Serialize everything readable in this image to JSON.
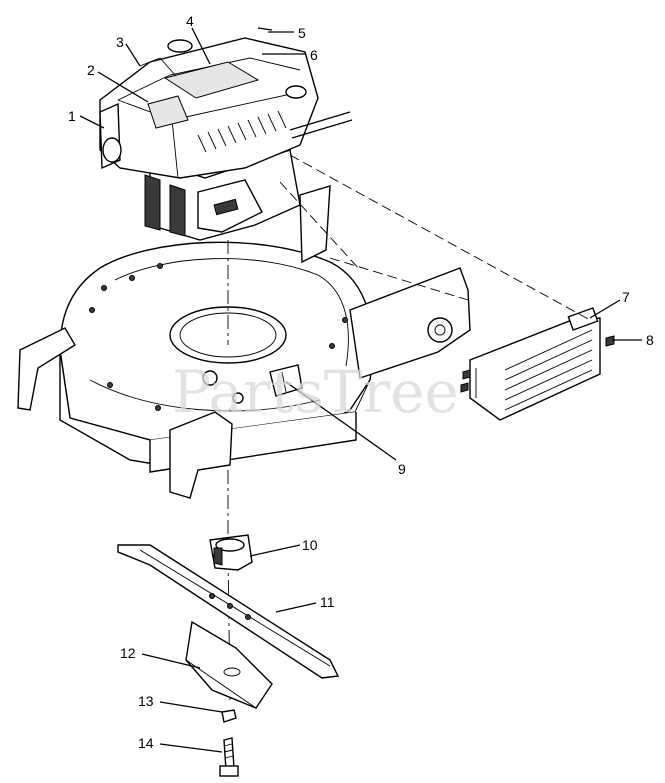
{
  "watermark": "PartsTree",
  "callouts": [
    "1",
    "2",
    "3",
    "4",
    "5",
    "6",
    "7",
    "8",
    "9",
    "10",
    "11",
    "12",
    "13",
    "14"
  ]
}
